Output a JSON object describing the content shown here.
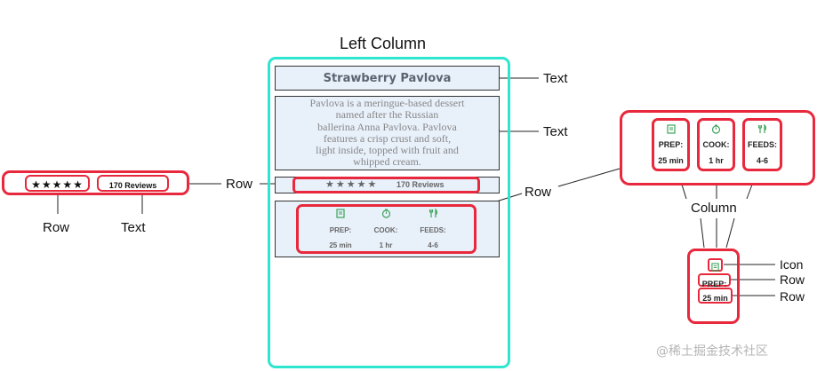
{
  "title": "Left Column",
  "recipe": {
    "name": "Strawberry Pavlova",
    "description": "Pavlova is a meringue-based dessert named after the Russian ballerina Anna Pavlova. Pavlova features a crisp crust and soft, light inside, topped with fruit and whipped cream.",
    "desc_lines": [
      "Pavlova is a meringue-based dessert",
      "named after the Russian",
      "ballerina Anna Pavlova. Pavlova",
      "features a crisp crust and soft,",
      "light inside, topped with fruit and",
      "whipped cream."
    ],
    "stars": "★★★★★",
    "reviews": "170 Reviews",
    "info": [
      {
        "icon": "clipboard-icon",
        "label": "PREP:",
        "value": "25 min"
      },
      {
        "icon": "timer-icon",
        "label": "COOK:",
        "value": "1 hr"
      },
      {
        "icon": "fork-knife-icon",
        "label": "FEEDS:",
        "value": "4-6"
      }
    ]
  },
  "annotations": {
    "text": "Text",
    "row": "Row",
    "column": "Column",
    "icon": "Icon"
  },
  "colors": {
    "highlight": "#e8283c",
    "column_border": "#2ee6d0",
    "panel_bg": "#e8f0fa",
    "icon_green": "#3da35a"
  },
  "watermark": "@稀土掘金技术社区"
}
